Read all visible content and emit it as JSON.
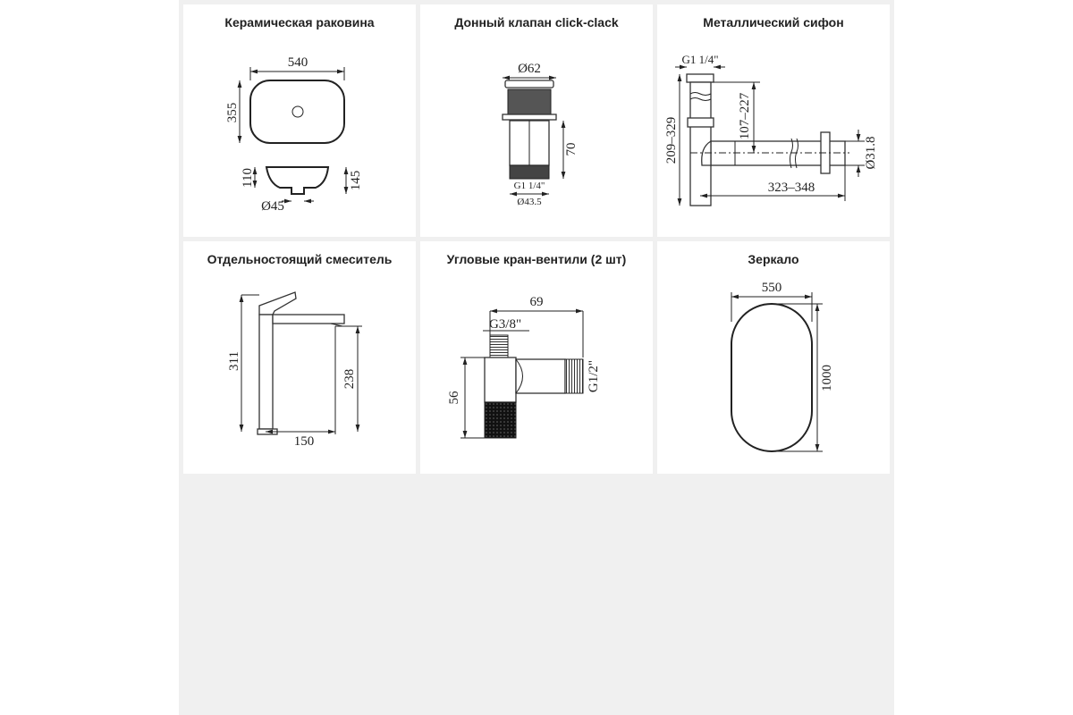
{
  "cells": [
    {
      "title": "Керамическая раковина",
      "dims": [
        "540",
        "355",
        "110",
        "145",
        "Ø45"
      ]
    },
    {
      "title": "Донный клапан click-clack",
      "dims": [
        "Ø62",
        "70",
        "G1 1/4\"",
        "Ø43.5"
      ]
    },
    {
      "title": "Металлический сифон",
      "dims": [
        "G1 1/4\"",
        "107–227",
        "209–329",
        "Ø31.8",
        "323–348"
      ]
    },
    {
      "title": "Отдельностоящий смеситель",
      "dims": [
        "311",
        "238",
        "150"
      ]
    },
    {
      "title": "Угловые кран-вентили (2 шт)",
      "dims": [
        "69",
        "G3/8\"",
        "56",
        "G1/2\""
      ]
    },
    {
      "title": "Зеркало",
      "dims": [
        "550",
        "1000"
      ]
    }
  ]
}
